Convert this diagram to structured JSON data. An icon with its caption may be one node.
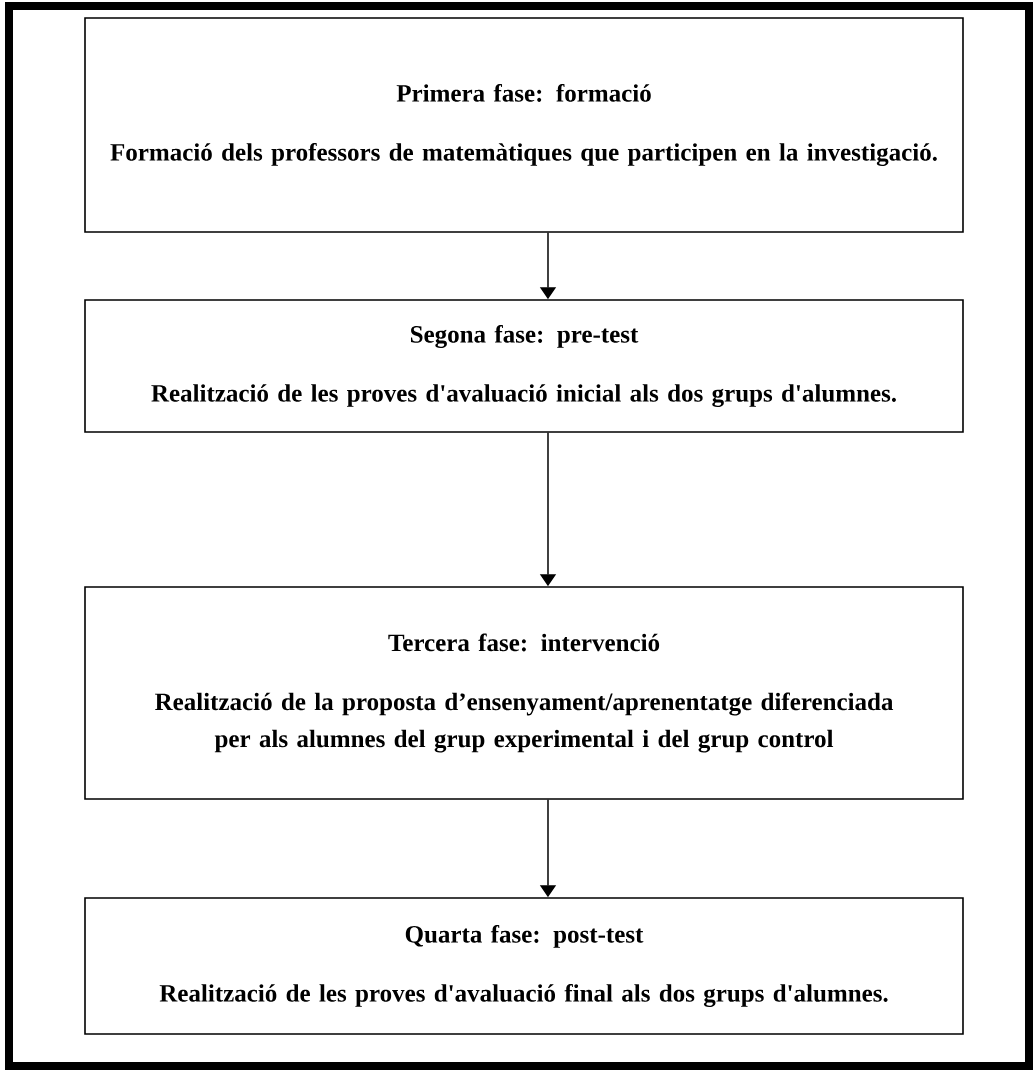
{
  "diagram": {
    "nodes": [
      {
        "text": [
          "Primera fase: formació",
          "Formació dels professors de matemàtiques que participen en la investigació."
        ]
      },
      {
        "text": [
          "Segona fase: pre-test",
          "Realització de les proves d'avaluació inicial als dos grups d'alumnes."
        ]
      },
      {
        "text": [
          "Tercera fase: intervenció",
          "Realització de la proposta d’ensenyament/aprenentatge diferenciada per als alumnes del grup experimental i del grup control"
        ]
      },
      {
        "text": [
          "Quarta fase: post-test",
          "Realització de les proves d'avaluació final als dos grups d'alumnes."
        ]
      }
    ],
    "edges": [
      {
        "from": 0,
        "to": 1,
        "arrow": "to"
      },
      {
        "from": 1,
        "to": 2,
        "arrow": "to"
      },
      {
        "from": 2,
        "to": 3,
        "arrow": "to"
      }
    ]
  }
}
